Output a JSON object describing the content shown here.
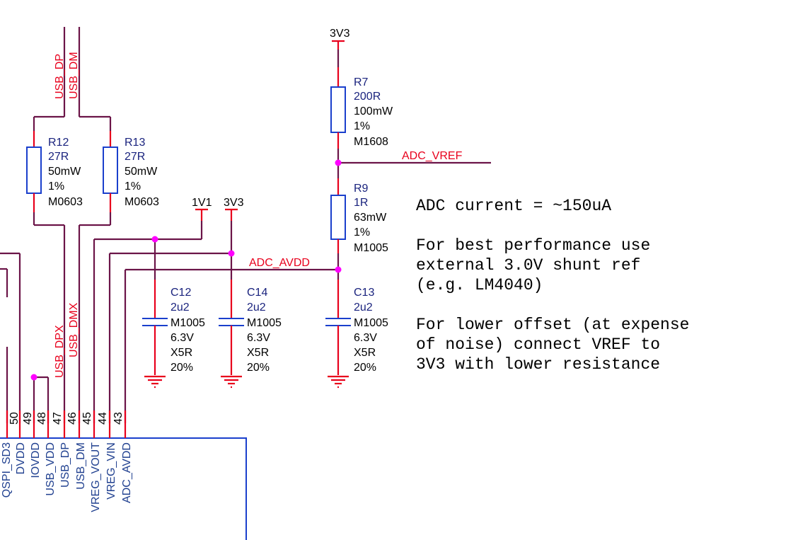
{
  "nets": {
    "usb_dp": "USB_DP",
    "usb_dm": "USB_DM",
    "usb_dpx": "USB_DPX",
    "usb_dmx": "USB_DMX",
    "adc_vref": "ADC_VREF",
    "adc_avdd": "ADC_AVDD",
    "pwr_3v3_top": "3V3",
    "pwr_3v3_mid": "3V3",
    "pwr_1v1": "1V1"
  },
  "components": {
    "r12": {
      "designator": "R12",
      "value": "27R",
      "power": "50mW",
      "tolerance": "1%",
      "footprint": "M0603"
    },
    "r13": {
      "designator": "R13",
      "value": "27R",
      "power": "50mW",
      "tolerance": "1%",
      "footprint": "M0603"
    },
    "r7": {
      "designator": "R7",
      "value": "200R",
      "power": "100mW",
      "tolerance": "1%",
      "footprint": "M1608"
    },
    "r9": {
      "designator": "R9",
      "value": "1R",
      "power": "63mW",
      "tolerance": "1%",
      "footprint": "M1005"
    },
    "c12": {
      "designator": "C12",
      "value": "2u2",
      "footprint": "M1005",
      "voltage": "6.3V",
      "dielectric": "X5R",
      "tolerance": "20%"
    },
    "c14": {
      "designator": "C14",
      "value": "2u2",
      "footprint": "M1005",
      "voltage": "6.3V",
      "dielectric": "X5R",
      "tolerance": "20%"
    },
    "c13": {
      "designator": "C13",
      "value": "2u2",
      "footprint": "M1005",
      "voltage": "6.3V",
      "dielectric": "X5R",
      "tolerance": "20%"
    }
  },
  "pins": [
    {
      "number": "50",
      "name": "QSPI_SD3"
    },
    {
      "number": "49",
      "name": "DVDD"
    },
    {
      "number": "48",
      "name": "IOVDD"
    },
    {
      "number": "47",
      "name": "USB_VDD"
    },
    {
      "number": "46",
      "name": "USB_DP"
    },
    {
      "number": "45",
      "name": "USB_DM"
    },
    {
      "number": "44",
      "name": "VREG_VOUT"
    },
    {
      "number": "43",
      "name": "VREG_VIN"
    },
    {
      "number": "",
      "name": "ADC_AVDD"
    }
  ],
  "notes": {
    "line1": "ADC current = ~150uA",
    "line2": "For best performance use",
    "line3": "external 3.0V shunt ref",
    "line4": "(e.g. LM4040)",
    "line5": "For lower offset (at expense",
    "line6": "of noise) connect VREF to",
    "line7": "3V3 with lower resistance"
  }
}
